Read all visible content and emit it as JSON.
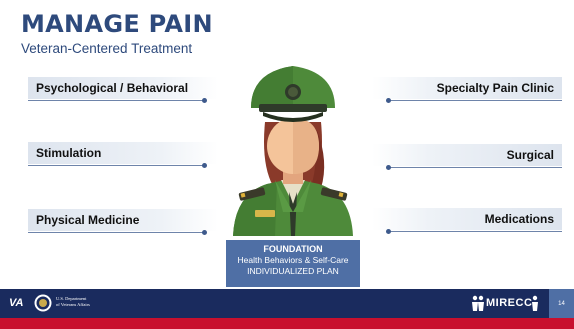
{
  "slide": {
    "title": "MANAGE PAIN",
    "subtitle": "Veteran-Centered Treatment",
    "left_items": [
      "Psychological / Behavioral",
      "Stimulation",
      "Physical Medicine"
    ],
    "right_items": [
      "Specialty Pain Clinic",
      "Surgical",
      "Medications"
    ],
    "figure_icon": "veteran-avatar-icon",
    "foundation": {
      "heading": "FOUNDATION",
      "line1": "Health Behaviors & Self-Care",
      "line2": "INDIVIDUALIZED PLAN"
    }
  },
  "footer": {
    "va_label": "VA",
    "dept_line1": "U.S. Department",
    "dept_line2": "of Veterans Affairs",
    "org_logo": "MIRECC",
    "page_number": "14"
  },
  "colors": {
    "title_blue": "#2e4a7c",
    "footer_navy": "#1a2b5e",
    "footer_red": "#c8102e",
    "box_blue": "#4f6fa5",
    "uniform_green": "#4e8a3a",
    "cap_green": "#3f7a33"
  }
}
